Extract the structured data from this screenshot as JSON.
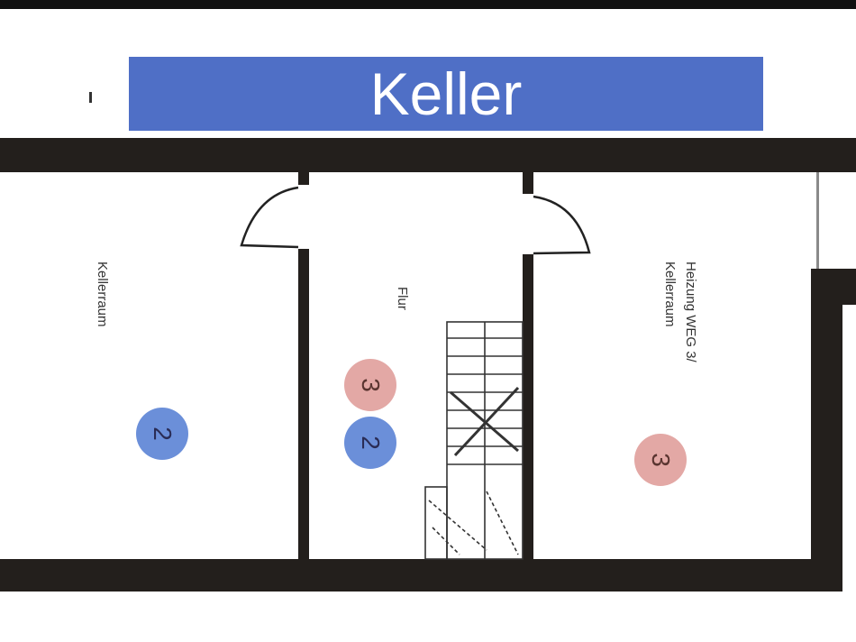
{
  "plan": {
    "title": "Keller",
    "colors": {
      "banner": "#4f6fc6",
      "wall": "#231f1c",
      "badge_blue": "#6b8fd9",
      "badge_pink": "#e3a8a5"
    },
    "rooms": [
      {
        "label": "Kellerraum",
        "badges": [
          {
            "value": "2",
            "color": "blue"
          }
        ]
      },
      {
        "label": "Flur",
        "badges": [
          {
            "value": "3",
            "color": "pink"
          },
          {
            "value": "2",
            "color": "blue"
          }
        ]
      },
      {
        "label_line1": "Heizung WEG 3/",
        "label_line2": "Kellerraum",
        "badges": [
          {
            "value": "3",
            "color": "pink"
          }
        ]
      }
    ]
  }
}
